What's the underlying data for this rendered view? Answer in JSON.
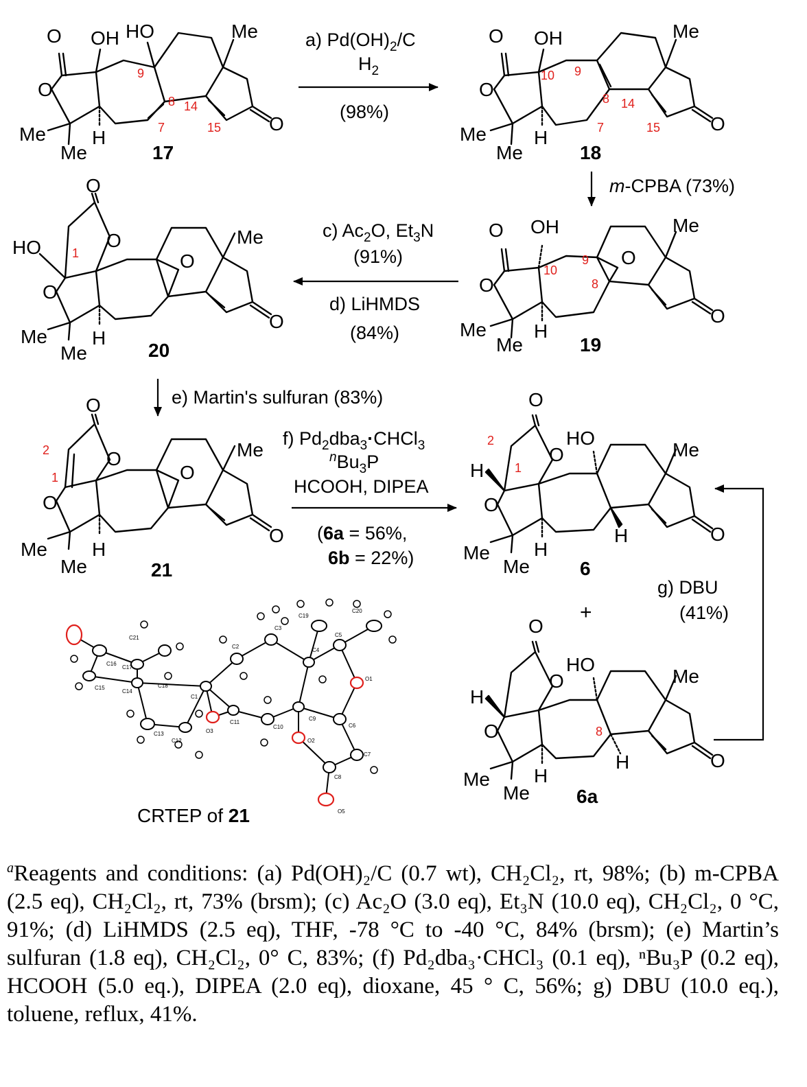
{
  "compounds": {
    "c17": {
      "number": "17",
      "oh": "OH",
      "ho": "HO",
      "me_top": "Me",
      "me_left": "Me",
      "me_low": "Me",
      "h": "H",
      "o_ring": "O",
      "o_carbonyl": "O",
      "o_ketone": "O",
      "loc": [
        "9",
        "8",
        "14",
        "7",
        "15"
      ]
    },
    "c18": {
      "number": "18",
      "oh": "OH",
      "me_top": "Me",
      "me_left": "Me",
      "me_low": "Me",
      "h": "H",
      "o_ring": "O",
      "o_carbonyl": "O",
      "o_ketone": "O",
      "loc": [
        "10",
        "9",
        "8",
        "14",
        "7",
        "15"
      ]
    },
    "c19": {
      "number": "19",
      "oh": "OH",
      "me_top": "Me",
      "me_left": "Me",
      "me_low": "Me",
      "h": "H",
      "o_ring": "O",
      "o_carbonyl": "O",
      "o_epoxide": "O",
      "o_ketone": "O",
      "loc": [
        "10",
        "9",
        "8"
      ]
    },
    "c20": {
      "number": "20",
      "ho": "HO",
      "me_top": "Me",
      "me_left": "Me",
      "me_low": "Me",
      "h": "H",
      "o_lactone": "O",
      "o_carbonyl": "O",
      "o_ring": "O",
      "o_epoxide": "O",
      "o_ketone": "O",
      "loc": [
        "1"
      ]
    },
    "c21": {
      "number": "21",
      "me_top": "Me",
      "me_left": "Me",
      "me_low": "Me",
      "h": "H",
      "o_lactone": "O",
      "o_carbonyl": "O",
      "o_ring": "O",
      "o_epoxide": "O",
      "o_ketone": "O",
      "loc": [
        "2",
        "1"
      ]
    },
    "c6": {
      "number": "6",
      "ho": "HO",
      "me_top": "Me",
      "me_left": "Me",
      "me_low": "Me",
      "h_left": "H",
      "h_low": "H",
      "h_right": "H",
      "o_lactone": "O",
      "o_carbonyl": "O",
      "o_ring": "O",
      "o_ketone": "O",
      "loc": [
        "2",
        "1"
      ]
    },
    "c6a": {
      "number": "6a",
      "ho": "HO",
      "me_top": "Me",
      "me_left": "Me",
      "me_low": "Me",
      "h_left": "H",
      "h_low": "H",
      "h_right": "H",
      "o_lactone": "O",
      "o_carbonyl": "O",
      "o_ring": "O",
      "o_ketone": "O",
      "loc": [
        "8"
      ]
    }
  },
  "steps": {
    "a": {
      "line1": "a) Pd(OH)",
      "line1_sub": "2",
      "line1_end": "/C",
      "line2": "H",
      "line2_sub": "2",
      "yield": "(98%)"
    },
    "b": {
      "reagent": "m",
      "rest": "-CPBA (73%)"
    },
    "cd": {
      "c_text": "c) Ac",
      "c_sub": "2",
      "c_mid": "O, Et",
      "c_sub2": "3",
      "c_end": "N",
      "c_yield": "(91%)",
      "d_text": "d) LiHMDS",
      "d_yield": "(84%)"
    },
    "e": {
      "text": "e) Martin's sulfuran (83%)"
    },
    "f": {
      "line1": "f)  Pd",
      "line1_sub": "2",
      "line1_mid": "dba",
      "line1_sub2": "3",
      "line1_dot": "·",
      "line1_end": "CHCl",
      "line1_sub3": "3",
      "line2_sup": "n",
      "line2": "Bu",
      "line2_sub": "3",
      "line2_end": "P",
      "line3": "HCOOH, DIPEA",
      "yield_open": "(",
      "y6a": "6a",
      "y6a_val": " = 56%,",
      "y6b": "6b",
      "y6b_val": " = 22%)"
    },
    "g": {
      "text": "g) DBU",
      "yield": "(41%)"
    },
    "plus": "+"
  },
  "ortep": {
    "title_prefix": "CRTEP of ",
    "title_number": "21",
    "labels": [
      "C1",
      "C2",
      "C3",
      "C4",
      "C5",
      "C6",
      "C7",
      "C8",
      "C9",
      "C10",
      "C11",
      "C12",
      "C13",
      "C14",
      "C15",
      "C16",
      "C17",
      "C18",
      "C19",
      "C20",
      "C21",
      "O1",
      "O2",
      "O3",
      "O5"
    ]
  },
  "caption": {
    "sup": "a",
    "text": "Reagents and conditions: (a) Pd(OH)₂/C (0.7 wt), CH₂Cl₂, rt, 98%; (b) m-CPBA (2.5 eq), CH₂Cl₂, rt, 73% (brsm); (c) Ac₂O (3.0 eq), Et₃N (10.0 eq), CH₂Cl₂, 0 °C, 91%; (d) LiHMDS (2.5 eq), THF, -78 °C to -40 °C, 84% (brsm); (e) Martin’s sulfuran (1.8 eq), CH₂Cl₂, 0° C, 83%; (f) Pd₂dba₃·CHCl₃ (0.1 eq), ⁿBu₃P (0.2 eq), HCOOH (5.0 eq.), DIPEA (2.0 eq), dioxane, 45 ° C, 56%; g) DBU (10.0 eq.), toluene, reflux, 41%."
  },
  "colors": {
    "locant": "#e0201c",
    "ink": "#000000",
    "ortep_oxygen": "#e0201c"
  }
}
